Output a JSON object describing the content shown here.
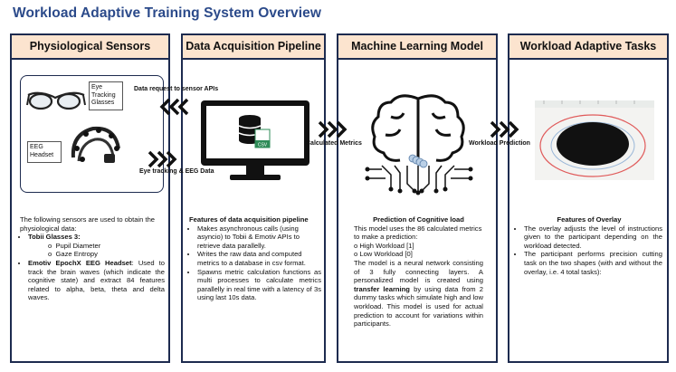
{
  "title": "Workload Adaptive Training System Overview",
  "columns": [
    {
      "header": "Physiological Sensors"
    },
    {
      "header": "Data Acquisition Pipeline"
    },
    {
      "header": "Machine Learning Model"
    },
    {
      "header": "Workload Adaptive Tasks"
    }
  ],
  "sensors": {
    "glasses_label": "Eye Tracking Glasses",
    "eeg_label": "EEG Headset",
    "intro": "The following sensors are used to obtain the physiological data:",
    "tobii_name": "Tobii Glasses 3",
    "tobii_items": [
      "Pupil Diameter",
      "Gaze Entropy"
    ],
    "emotiv_name": "Emotiv EpochX EEG Headset",
    "emotiv_desc": "Used to track the brain waves (which indicate the cognitive state) and extract 84 features related to alpha, beta, theta and delta waves."
  },
  "arrows": {
    "request": "Data request to sensor APIs",
    "eye_eeg": "Eye tracking & EEG Data",
    "metrics": "Calculated Metrics",
    "prediction": "Workload Prediction"
  },
  "pipeline": {
    "file_ext": "CSV",
    "features_title": "Features of data acquisition pipeline",
    "bullets": [
      "Makes asynchronous calls (using asyncio) to Tobii & Emotiv APIs to retrieve data parallelly.",
      "Writes the raw data and computed metrics to a database in csv format.",
      "Spawns metric calculation functions as multi processes to calculate metrics parallelly in real time with a latency of 3s using last 10s data."
    ]
  },
  "ml": {
    "title": "Prediction of Cognitive load",
    "intro": "This model uses the 86 calculated metrics to make a prediction:",
    "options": [
      "High Workload [1]",
      "Low Workload [0]"
    ],
    "desc1": "The model is a neural network consisting of 3 fully connecting layers. A personalized model is created using",
    "desc_bold": "transfer learning",
    "desc2": "by using data from 2 dummy tasks which simulate high and low workload. This model is used for actual prediction to account for variations within participants."
  },
  "tasks": {
    "title": "Features of Overlay",
    "bullets": [
      "The overlay adjusts the level of instructions given to the participant depending on the workload detected.",
      "The participant performs precision cutting task on the two shapes (with and without the overlay, i.e. 4 total tasks):"
    ]
  },
  "colors": {
    "title": "#2b4a8a",
    "header_bg": "#fce4cf",
    "border": "#1d2b4f"
  }
}
